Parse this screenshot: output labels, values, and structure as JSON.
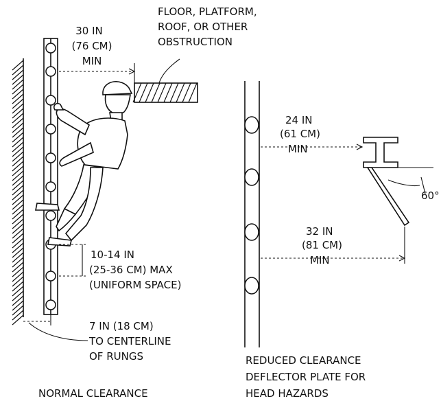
{
  "colors": {
    "ink": "#111111",
    "background": "#ffffff"
  },
  "labels": {
    "obstruction": [
      "FLOOR, PLATFORM,",
      "ROOF, OR OTHER",
      "OBSTRUCTION"
    ],
    "clearance_30": [
      "30 IN",
      "(76 CM)",
      "MIN"
    ],
    "rung_spacing": [
      "10-14 IN",
      "(25-36 CM) MAX",
      "(UNIFORM SPACE)"
    ],
    "rung_centerline": [
      "7 IN (18 CM)",
      "TO CENTERLINE",
      "OF RUNGS"
    ],
    "normal_caption": "NORMAL CLEARANCE",
    "clearance_24": [
      "24 IN",
      "(61 CM)",
      "MIN"
    ],
    "angle": "60°",
    "clearance_32": [
      "32 IN",
      "(81 CM)",
      "MIN"
    ],
    "reduced_caption": [
      "REDUCED CLEARANCE",
      "DEFLECTOR PLATE FOR",
      "HEAD HAZARDS"
    ]
  }
}
